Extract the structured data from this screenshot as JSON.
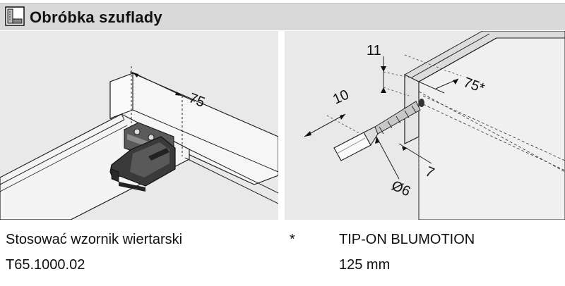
{
  "header": {
    "title": "Obróbka szuflady",
    "icon": "drawer-section-icon"
  },
  "left_figure": {
    "dimension": "75"
  },
  "right_figure": {
    "dim_top": "11",
    "dim_length": "10",
    "dim_side": "75*",
    "dim_depth": "7",
    "dim_diameter": "Ø6"
  },
  "notes": {
    "left_line1": "Stosować wzornik wiertarski",
    "left_line2": "T65.1000.02",
    "asterisk": "*",
    "right_line1": "TIP-ON BLUMOTION",
    "right_line2": "125 mm"
  },
  "colors": {
    "header_bg": "#d9d9d9",
    "panel_bg": "#e9e9e9",
    "board_light": "#f6f6f6",
    "jig_dark": "#3a3a3a"
  }
}
